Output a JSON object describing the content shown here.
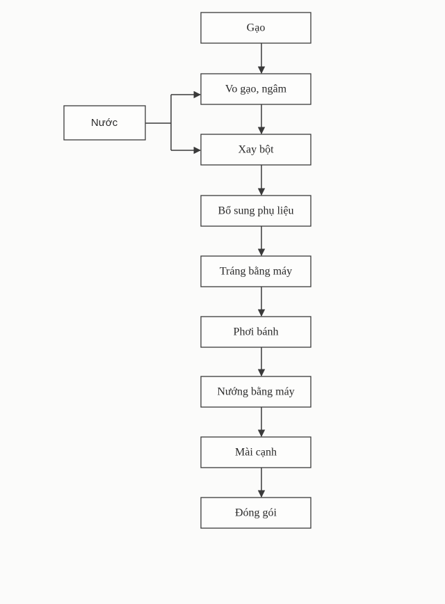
{
  "flowchart": {
    "steps": [
      "Gạo",
      "Vo gạo, ngâm",
      "Xay bột",
      "Bổ sung phụ liệu",
      "Tráng bằng máy",
      "Phơi bánh",
      "Nướng bằng máy",
      "Mài cạnh",
      "Đóng gói"
    ],
    "input": "Nước"
  }
}
